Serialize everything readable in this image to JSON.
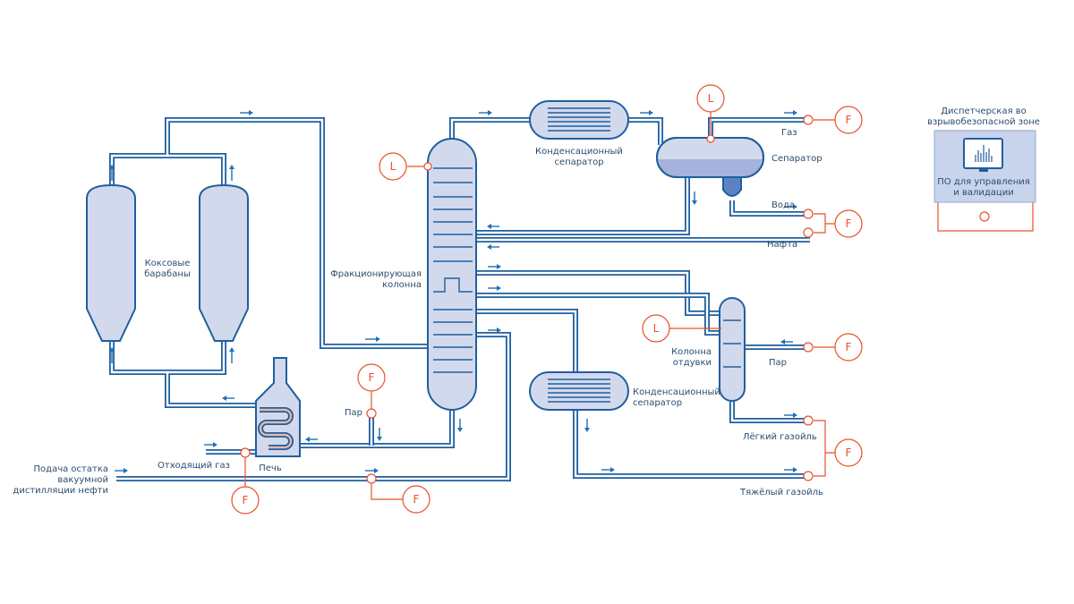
{
  "labels": {
    "coke_drums": [
      "Коксовые",
      "барабаны"
    ],
    "fractionator": [
      "Фракционирующая",
      "колонна"
    ],
    "condenser_top": [
      "Конденсационный",
      "сепаратор"
    ],
    "separator": "Сепаратор",
    "gas": "Газ",
    "water": "Вода",
    "naphtha": "Нафта",
    "stripper": [
      "Колонна",
      "отдувки"
    ],
    "steam_stripper": "Пар",
    "steam_furnace": "Пар",
    "condenser_bottom": [
      "Конденсационный",
      "сепаратор"
    ],
    "light_gas_oil": "Лёгкий газойль",
    "heavy_gas_oil": "Тяжёлый газойль",
    "furnace": "Печь",
    "flue_gas": "Отходящий газ",
    "feed": [
      "Подача остатка",
      "вакуумной",
      "дистилляции нефти"
    ]
  },
  "control_room": {
    "title": [
      "Диспетчерская во",
      "взрывобезопасной зоне"
    ],
    "software": [
      "ПО для управления",
      "и валидации"
    ]
  },
  "instruments": {
    "level": "L",
    "flow": "F"
  },
  "colors": {
    "pipe": "#1f5f9e",
    "vessel_fill": "#d3d9ec",
    "instrument": "#e8512a",
    "text": "#2b4d6e"
  }
}
